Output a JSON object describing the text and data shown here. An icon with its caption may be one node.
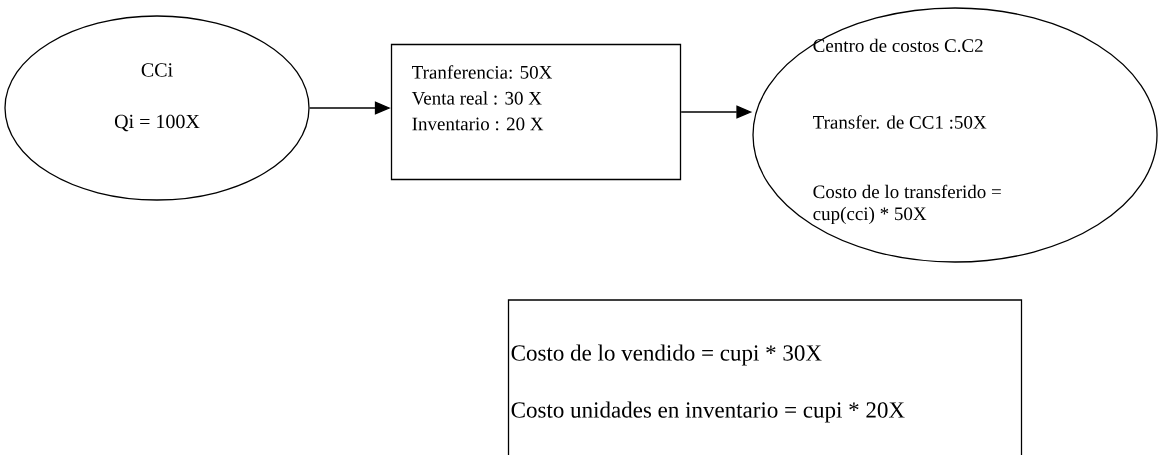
{
  "diagram": {
    "nodes": [
      {
        "text": [
          "CCi",
          "Qi = 100X"
        ]
      },
      {
        "text": [
          "Tranferencia:  50X",
          "Venta real    :  30 X",
          "Inventario    :  20 X"
        ]
      },
      {
        "text": [
          "Centro de costos C.C2",
          "Transfer. de CC1 :50X",
          "Costo de lo transferido = cup(cci) *  50X"
        ]
      },
      {
        "text": [
          "Costo de lo vendido =    cupi * 30X",
          "Costo unidades en inventario =   cupi * 20X"
        ]
      }
    ],
    "edges": [
      {
        "from": 0,
        "to": 1,
        "arrow": "to"
      },
      {
        "from": 1,
        "to": 2,
        "arrow": "to"
      }
    ]
  }
}
